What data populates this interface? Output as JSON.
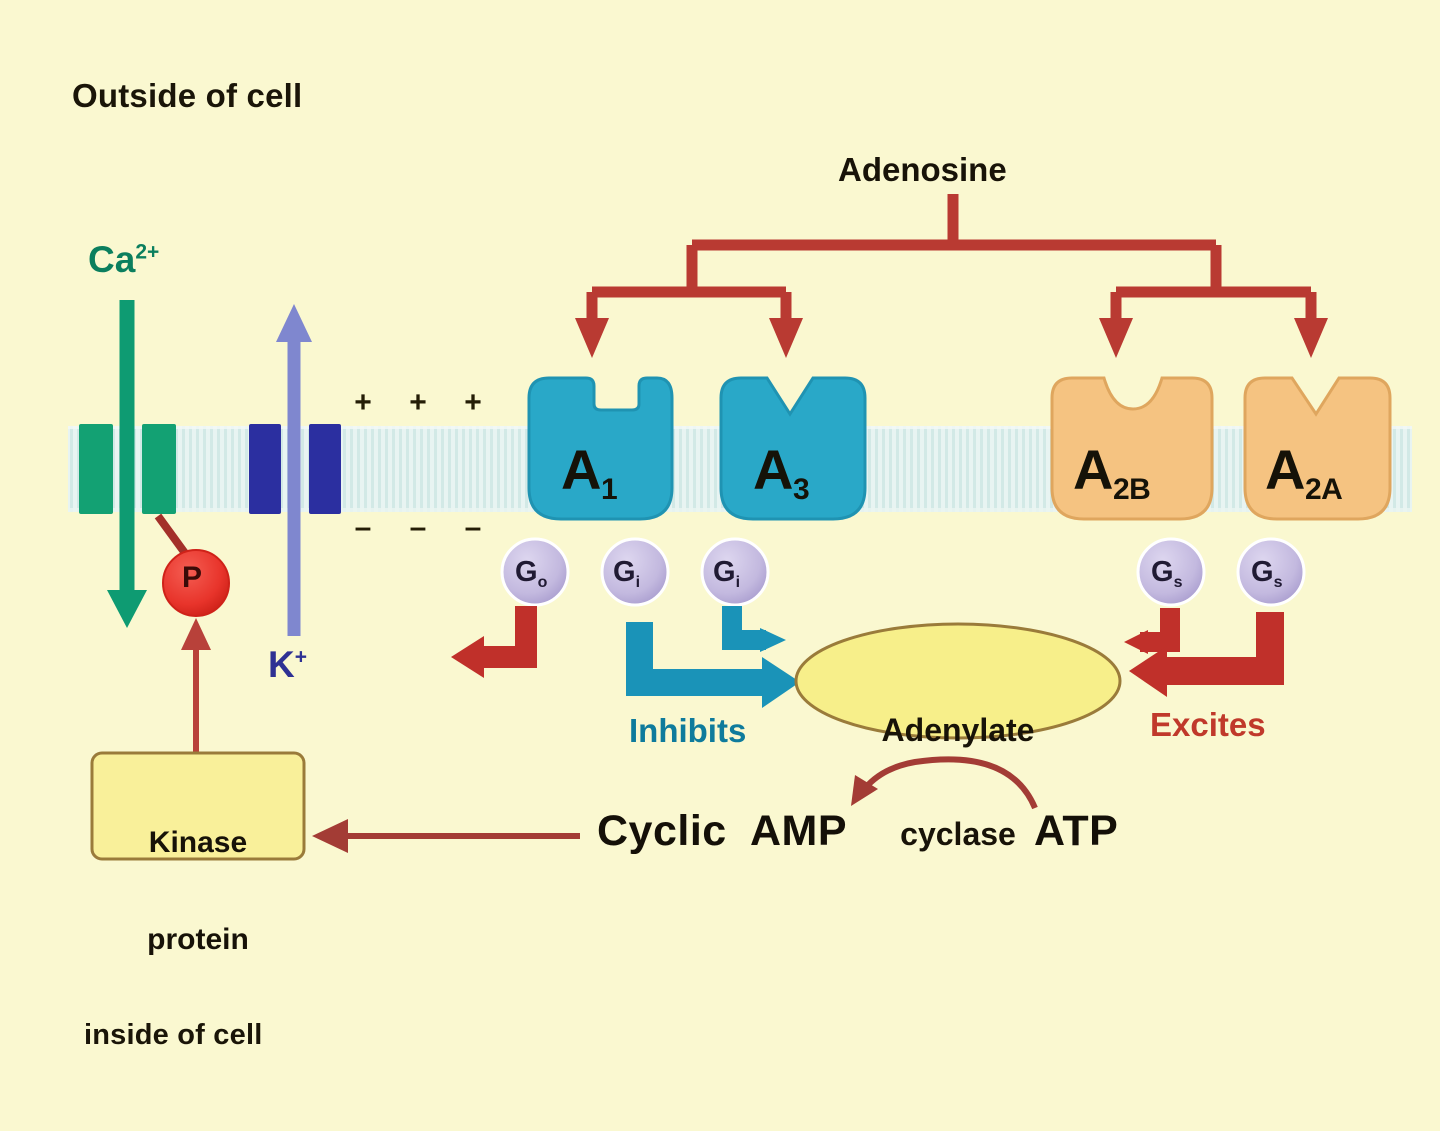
{
  "figure": {
    "background_color": "#faf8d0",
    "outside_label": "Outside of cell",
    "inside_label": "inside of cell",
    "ligand_label": "Adenosine"
  },
  "ions": {
    "calcium": {
      "name": "Ca",
      "charge": "2+",
      "color": "#0b7f5e",
      "direction": "into cell"
    },
    "potassium": {
      "name": "K",
      "charge": "+",
      "color": "#2e3193",
      "direction": "out of cell"
    }
  },
  "membrane": {
    "color": "#dcf0ee",
    "outer_charges": [
      "+",
      "+",
      "+"
    ],
    "inner_charges": [
      "–",
      "–",
      "–"
    ]
  },
  "phosphate": {
    "label": "P",
    "color": "#e8342b"
  },
  "receptors": [
    {
      "name": "A",
      "subscript": "1",
      "color": "#29a8c8",
      "g_protein": "Go",
      "g_letter": "G",
      "g_subscript": "o"
    },
    {
      "name": "A",
      "subscript": "3",
      "color": "#29a8c8",
      "g_protein": "Gi",
      "g_letter": "G",
      "g_subscript": "i"
    },
    {
      "name": "A",
      "subscript": "2B",
      "color": "#f5c381",
      "g_protein": "Gs",
      "g_letter": "G",
      "g_subscript": "s"
    },
    {
      "name": "A",
      "subscript": "2A",
      "color": "#f5c381",
      "g_protein": "Gs",
      "g_letter": "G",
      "g_subscript": "s"
    }
  ],
  "g_proteins": [
    {
      "letter": "G",
      "subscript": "o",
      "color": "#c6bce0"
    },
    {
      "letter": "G",
      "subscript": "i",
      "color": "#c6bce0"
    },
    {
      "letter": "G",
      "subscript": "i",
      "color": "#c6bce0"
    },
    {
      "letter": "G",
      "subscript": "s",
      "color": "#c6bce0"
    },
    {
      "letter": "G",
      "subscript": "s",
      "color": "#c6bce0"
    }
  ],
  "actions": {
    "inhibits": {
      "label": "Inhibits",
      "color": "#0e7b9c"
    },
    "excites": {
      "label": "Excites",
      "color": "#c0392b"
    }
  },
  "enzyme": {
    "line1": "Adenylate",
    "line2": "cyclase",
    "fill": "#f7ef8a",
    "stroke": "#9a7b3a"
  },
  "molecules": {
    "cyclic_amp": "Cyclic  AMP",
    "atp": "ATP"
  },
  "effector": {
    "line1": "Kinase",
    "line2": "protein",
    "fill": "#f9f09a",
    "stroke": "#9a7b3a"
  },
  "colors": {
    "ligand_arrow": "#c0392b",
    "inhibit_arrow": "#1a93b8",
    "excite_arrow": "#c0392b",
    "calcium_channel": "#13a173",
    "potassium_channel": "#2b2fa0"
  }
}
